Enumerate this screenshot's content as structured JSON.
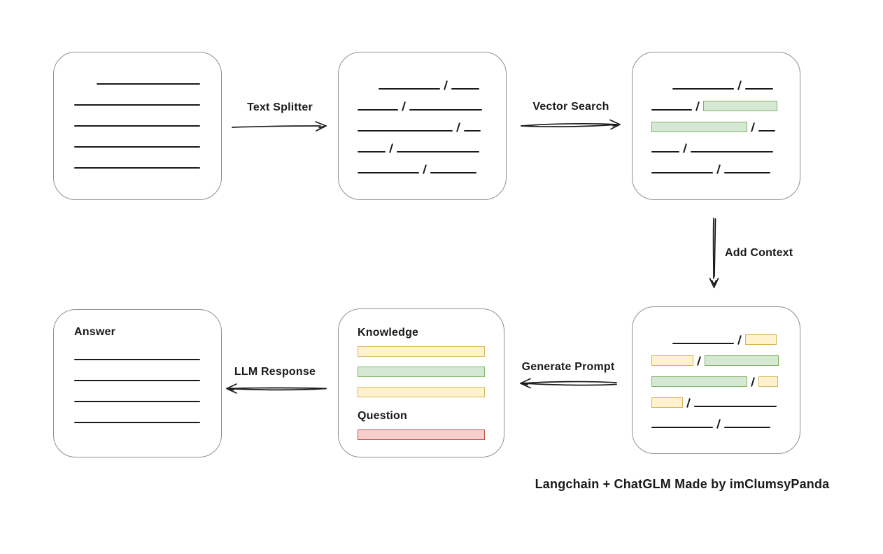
{
  "diagram": {
    "caption": "Langchain + ChatGLM Made by imClumsyPanda",
    "arrows": {
      "text_splitter": {
        "label": "Text Splitter",
        "direction": "right"
      },
      "vector_search": {
        "label": "Vector Search",
        "direction": "right"
      },
      "add_context": {
        "label": "Add Context",
        "direction": "down"
      },
      "generate_prompt": {
        "label": "Generate Prompt",
        "direction": "left"
      },
      "llm_response": {
        "label": "LLM Response",
        "direction": "left"
      }
    },
    "colors": {
      "ink": "#1a1a1a",
      "box_border": "#909090",
      "green_fill": "#d5e8d4",
      "green_stroke": "#82b366",
      "yellow_fill": "#fff2cc",
      "yellow_stroke": "#d6b656",
      "red_fill": "#f8cecc",
      "red_stroke": "#b85450"
    },
    "boxes": {
      "document": {
        "rows": [
          [
            {
              "t": "line",
              "w": 148,
              "i": 32
            }
          ],
          [
            {
              "t": "line",
              "w": 180
            }
          ],
          [
            {
              "t": "line",
              "w": 180
            }
          ],
          [
            {
              "t": "line",
              "w": 180
            }
          ],
          [
            {
              "t": "line",
              "w": 180
            }
          ]
        ]
      },
      "chunks": {
        "rows": [
          [
            {
              "t": "line",
              "w": 88,
              "i": 30
            },
            {
              "t": "slash"
            },
            {
              "t": "line",
              "w": 40
            }
          ],
          [
            {
              "t": "line",
              "w": 58
            },
            {
              "t": "slash"
            },
            {
              "t": "line",
              "w": 104
            }
          ],
          [
            {
              "t": "line",
              "w": 136
            },
            {
              "t": "slash"
            },
            {
              "t": "line",
              "w": 24
            }
          ],
          [
            {
              "t": "line",
              "w": 40
            },
            {
              "t": "slash"
            },
            {
              "t": "line",
              "w": 118
            }
          ],
          [
            {
              "t": "line",
              "w": 88
            },
            {
              "t": "slash"
            },
            {
              "t": "line",
              "w": 66
            }
          ]
        ]
      },
      "vector_result": {
        "rows": [
          [
            {
              "t": "line",
              "w": 88,
              "i": 30
            },
            {
              "t": "slash"
            },
            {
              "t": "line",
              "w": 40
            }
          ],
          [
            {
              "t": "line",
              "w": 58
            },
            {
              "t": "slash"
            },
            {
              "t": "chip",
              "c": "green",
              "w": 106
            }
          ],
          [
            {
              "t": "chip",
              "c": "green",
              "w": 137
            },
            {
              "t": "slash"
            },
            {
              "t": "line",
              "w": 24
            }
          ],
          [
            {
              "t": "line",
              "w": 40
            },
            {
              "t": "slash"
            },
            {
              "t": "line",
              "w": 118
            }
          ],
          [
            {
              "t": "line",
              "w": 88
            },
            {
              "t": "slash"
            },
            {
              "t": "line",
              "w": 66
            }
          ]
        ]
      },
      "context_result": {
        "rows": [
          [
            {
              "t": "line",
              "w": 88,
              "i": 30
            },
            {
              "t": "slash"
            },
            {
              "t": "chip",
              "c": "yellow",
              "w": 45
            }
          ],
          [
            {
              "t": "chip",
              "c": "yellow",
              "w": 60
            },
            {
              "t": "slash"
            },
            {
              "t": "chip",
              "c": "green",
              "w": 106
            }
          ],
          [
            {
              "t": "chip",
              "c": "green",
              "w": 137
            },
            {
              "t": "slash"
            },
            {
              "t": "chip",
              "c": "yellow",
              "w": 28
            }
          ],
          [
            {
              "t": "chip",
              "c": "yellow",
              "w": 45
            },
            {
              "t": "slash"
            },
            {
              "t": "line",
              "w": 118
            }
          ],
          [
            {
              "t": "line",
              "w": 88
            },
            {
              "t": "slash"
            },
            {
              "t": "line",
              "w": 66
            }
          ]
        ]
      },
      "prompt": {
        "knowledge_label": "Knowledge",
        "question_label": "Question",
        "knowledge_bars": [
          {
            "c": "yellow"
          },
          {
            "c": "green"
          },
          {
            "c": "yellow"
          }
        ],
        "question_bars": [
          {
            "c": "red"
          }
        ]
      },
      "answer": {
        "label": "Answer",
        "rows": [
          [
            {
              "t": "line",
              "w": 180
            }
          ],
          [
            {
              "t": "line",
              "w": 180
            }
          ],
          [
            {
              "t": "line",
              "w": 180
            }
          ],
          [
            {
              "t": "line",
              "w": 180
            }
          ]
        ]
      }
    }
  }
}
